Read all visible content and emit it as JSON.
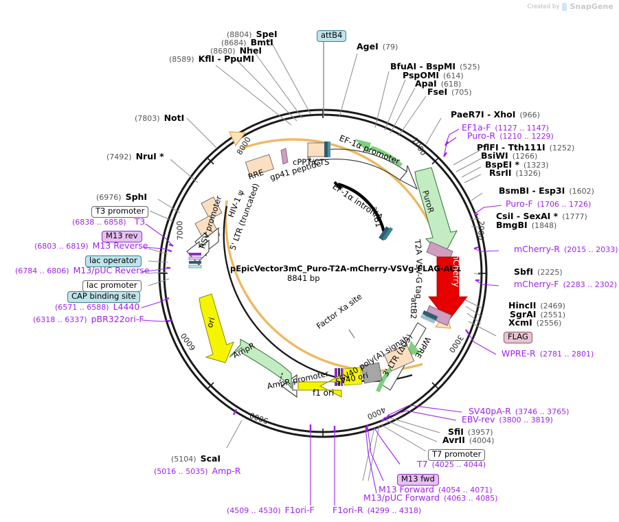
{
  "credit": {
    "prefix": "Created by",
    "brand": "SnapGene",
    "logo_icon": "snapgene-logo-icon"
  },
  "plasmid": {
    "name": "pEpicVector3mC_Puro-T2A-mCherry-VSVg-FLAG-AU1",
    "size": "8841 bp",
    "ruler_ticks": [
      "1000",
      "2000",
      "3000",
      "4000",
      "5000",
      "6000",
      "7000",
      "8000"
    ]
  },
  "top_labels": [
    {
      "pos": "(8804)",
      "name": "SpeI",
      "kind": "enzyme"
    },
    {
      "pos": "(8684)",
      "name": "BmtI",
      "kind": "enzyme"
    },
    {
      "pos": "(8680)",
      "name": "NheI",
      "kind": "enzyme"
    },
    {
      "pos": "(8589)",
      "name": "KflI  - PpuMI",
      "kind": "enzyme"
    },
    {
      "name": "attB4",
      "kind": "chip-teal"
    },
    {
      "name": "AgeI",
      "pos": "(79)",
      "kind": "enzyme"
    }
  ],
  "upper_right_labels": [
    {
      "name": "BfuAI  - BspMI",
      "pos": "(525)",
      "kind": "enzyme"
    },
    {
      "name": "PspOMI",
      "pos": "(614)",
      "kind": "enzyme"
    },
    {
      "name": "ApaI",
      "pos": "(618)",
      "kind": "enzyme"
    },
    {
      "name": "FseI",
      "pos": "(705)",
      "kind": "enzyme"
    }
  ],
  "right_labels": [
    {
      "name": "PaeR7I  - XhoI",
      "pos": "(966)",
      "kind": "enzyme"
    },
    {
      "name": "EF1a-F",
      "pos": "(1127 .. 1147)",
      "kind": "primer"
    },
    {
      "name": "Puro-R",
      "pos": "(1210 .. 1229)",
      "kind": "primer"
    },
    {
      "name": "PflFI  - Tth111I",
      "pos": "(1252)",
      "kind": "enzyme"
    },
    {
      "name": "BsiWI",
      "pos": "(1266)",
      "kind": "enzyme"
    },
    {
      "name": "BspEI *",
      "pos": "(1323)",
      "kind": "enzyme"
    },
    {
      "name": "RsrII",
      "pos": "(1326)",
      "kind": "enzyme"
    },
    {
      "name": "BsmBI  - Esp3I",
      "pos": "(1602)",
      "kind": "enzyme"
    },
    {
      "name": "Puro-F",
      "pos": "(1706 .. 1726)",
      "kind": "primer"
    },
    {
      "name": "CsiI  - SexAI *",
      "pos": "(1777)",
      "kind": "enzyme"
    },
    {
      "name": "BmgBI",
      "pos": "(1848)",
      "kind": "enzyme"
    },
    {
      "name": "mCherry-R",
      "pos": "(2015 .. 2033)",
      "kind": "primer"
    },
    {
      "name": "SbfI",
      "pos": "(2225)",
      "kind": "enzyme"
    },
    {
      "name": "mCherry-F",
      "pos": "(2283 .. 2302)",
      "kind": "primer"
    },
    {
      "name": "HincII",
      "pos": "(2469)",
      "kind": "enzyme"
    },
    {
      "name": "SgrAI",
      "pos": "(2551)",
      "kind": "enzyme"
    },
    {
      "name": "XcmI",
      "pos": "(2556)",
      "kind": "enzyme"
    },
    {
      "name": "FLAG",
      "kind": "chip-pink"
    },
    {
      "name": "WPRE-R",
      "pos": "(2781 .. 2801)",
      "kind": "primer"
    }
  ],
  "lower_right_labels": [
    {
      "name": "SV40pA-R",
      "pos": "(3746 .. 3765)",
      "kind": "primer"
    },
    {
      "name": "EBV-rev",
      "pos": "(3800 .. 3819)",
      "kind": "primer"
    },
    {
      "name": "SfiI",
      "pos": "(3957)",
      "kind": "enzyme"
    },
    {
      "name": "AvrII",
      "pos": "(4004)",
      "kind": "enzyme"
    },
    {
      "name": "T7 promoter",
      "kind": "chip-plain"
    },
    {
      "name": "T7",
      "pos": "(4025 .. 4044)",
      "kind": "primer"
    },
    {
      "name": "M13 fwd",
      "kind": "chip-violet"
    },
    {
      "name": "M13 Forward",
      "pos": "(4054 .. 4071)",
      "kind": "primer"
    },
    {
      "name": "M13/pUC Forward",
      "pos": "(4063 .. 4085)",
      "kind": "primer"
    },
    {
      "name": "F1ori-R",
      "pos": "(4299 .. 4318)",
      "kind": "primer"
    }
  ],
  "lower_left_labels": [
    {
      "pos": "(4509 .. 4530)",
      "name": "F1ori-F",
      "kind": "primer"
    },
    {
      "pos": "(5104)",
      "name": "ScaI",
      "kind": "enzyme"
    },
    {
      "pos": "(5016 .. 5035)",
      "name": "Amp-R",
      "kind": "primer"
    }
  ],
  "left_labels": [
    {
      "pos": "(6976)",
      "name": "SphI",
      "kind": "enzyme"
    },
    {
      "name": "T3 promoter",
      "kind": "chip-plain"
    },
    {
      "pos": "(6838 .. 6858)",
      "name": "T3",
      "kind": "primer"
    },
    {
      "name": "M13 rev",
      "kind": "chip-violet"
    },
    {
      "pos": "(6803 .. 6819)",
      "name": "M13 Reverse",
      "kind": "primer"
    },
    {
      "name": "lac operator",
      "kind": "chip-teal"
    },
    {
      "pos": "(6784 .. 6806)",
      "name": "M13/pUC Reverse",
      "kind": "primer"
    },
    {
      "name": "lac promoter",
      "kind": "chip-plain"
    },
    {
      "name": "CAP binding site",
      "kind": "chip-teal"
    },
    {
      "pos": "(6571 .. 6588)",
      "name": "L4440",
      "kind": "primer"
    },
    {
      "pos": "(6318 .. 6337)",
      "name": "pBR322ori-F",
      "kind": "primer"
    }
  ],
  "upper_left_labels": [
    {
      "pos": "(7803)",
      "name": "NotI",
      "kind": "enzyme"
    },
    {
      "pos": "(7492)",
      "name": "NruI *",
      "kind": "enzyme"
    }
  ],
  "inner_features": [
    {
      "name": "EF-1α promoter",
      "type": "promoter-arrow"
    },
    {
      "name": "EF-1α intron A",
      "type": "intron"
    },
    {
      "name": "attB1",
      "type": "site"
    },
    {
      "name": "cPPT/CTS",
      "type": "segment"
    },
    {
      "name": "gp41 peptide",
      "type": "segment"
    },
    {
      "name": "RRE",
      "type": "segment"
    },
    {
      "name": "HIV-1 ψ",
      "type": "segment"
    },
    {
      "name": "5' LTR (truncated)",
      "type": "segment"
    },
    {
      "name": "RSV promoter",
      "type": "promoter-arrow"
    },
    {
      "name": "PuroR",
      "type": "cds-green"
    },
    {
      "name": "T2A",
      "type": "peptide"
    },
    {
      "name": "mCherry",
      "type": "cds-red"
    },
    {
      "name": "VSV-G tag",
      "type": "tag"
    },
    {
      "name": "attB2",
      "type": "site"
    },
    {
      "name": "WPRE",
      "type": "segment"
    },
    {
      "name": "3' LTR (ΔU3)",
      "type": "segment"
    },
    {
      "name": "SV40 poly(A) signal",
      "type": "segment"
    },
    {
      "name": "SV40 ori",
      "type": "segment"
    },
    {
      "name": "Factor Xa site",
      "type": "site"
    },
    {
      "name": "f1 ori",
      "type": "cds-yellow"
    },
    {
      "name": "AmpR promoter",
      "type": "promoter-arrow"
    },
    {
      "name": "AmpR",
      "type": "cds-green"
    },
    {
      "name": "ori",
      "type": "cds-yellow"
    }
  ],
  "colors": {
    "backbone": "#1a1a1a",
    "primer": "#a020f0",
    "enzyme": "#000000",
    "position": "#555555",
    "green_cds": "#c3ecc3",
    "red_cds": "#e60000",
    "yellow_cds": "#f5f500",
    "orange_track": "#f5c98a",
    "tan_segment": "#fbdfc0",
    "teal_chip": "#bfe3ea",
    "violet_chip": "#e7bff4",
    "pink_chip": "#e7c3d2",
    "grey_segment": "#a6a6a6"
  }
}
